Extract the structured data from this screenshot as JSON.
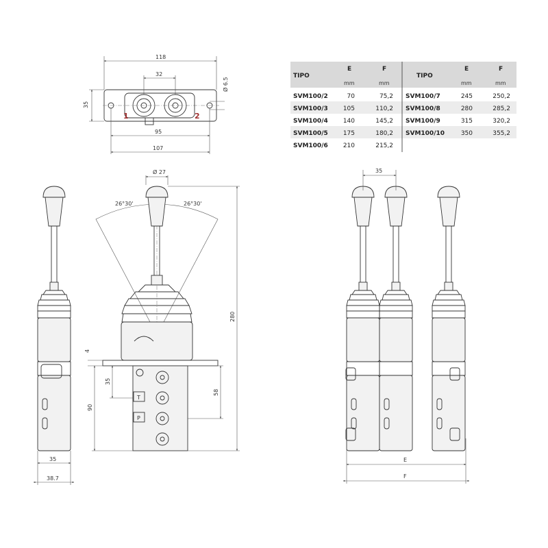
{
  "table": {
    "headers": [
      {
        "label": "TIPO",
        "unit": ""
      },
      {
        "label": "E",
        "unit": "mm"
      },
      {
        "label": "F",
        "unit": "mm"
      },
      {
        "label": "TIPO",
        "unit": ""
      },
      {
        "label": "E",
        "unit": "mm"
      },
      {
        "label": "F",
        "unit": "mm"
      }
    ],
    "rows": [
      [
        "SVM100/2",
        "70",
        "75,2",
        "SVM100/7",
        "245",
        "250,2"
      ],
      [
        "SVM100/3",
        "105",
        "110,2",
        "SVM100/8",
        "280",
        "285,2"
      ],
      [
        "SVM100/4",
        "140",
        "145,2",
        "SVM100/9",
        "315",
        "320,2"
      ],
      [
        "SVM100/5",
        "175",
        "180,2",
        "SVM100/10",
        "350",
        "355,2"
      ],
      [
        "SVM100/6",
        "210",
        "215,2",
        "",
        "",
        ""
      ]
    ]
  },
  "top_view": {
    "dim_118": "118",
    "dim_32": "32",
    "dim_35": "35",
    "dim_hole": "Ø 6.5",
    "dim_95": "95",
    "dim_107": "107",
    "port_1": "1",
    "port_2": "2"
  },
  "side_view": {
    "dim_35": "35",
    "dim_38_7": "38.7"
  },
  "front_view": {
    "dim_diam_27": "Ø 27",
    "angle_left": "26°30'",
    "angle_right": "26°30'",
    "dim_280": "280",
    "dim_4": "4",
    "dim_35": "35",
    "dim_90": "90",
    "dim_58": "58",
    "port_t": "T",
    "port_p": "P"
  },
  "assembly_view": {
    "dim_35": "35",
    "dim_e": "E",
    "dim_f": "F"
  }
}
